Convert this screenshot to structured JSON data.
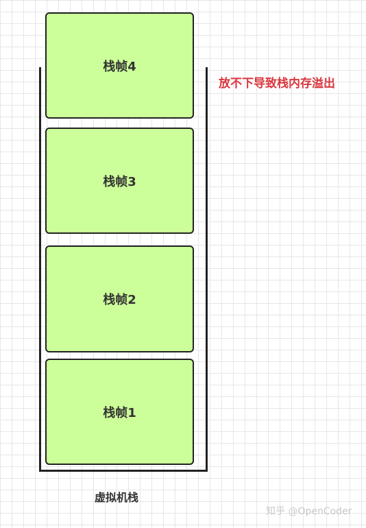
{
  "diagram": {
    "frames": [
      {
        "label": "栈帧1"
      },
      {
        "label": "栈帧2"
      },
      {
        "label": "栈帧3"
      },
      {
        "label": "栈帧4"
      }
    ],
    "overflow_note": "放不下导致栈内存溢出",
    "stack_caption": "虚拟机栈",
    "watermark": "知乎 @OpenCoder",
    "colors": {
      "frame_fill": "#ccff99",
      "frame_border": "#222222",
      "note": "#d9363e",
      "text": "#333333"
    }
  }
}
